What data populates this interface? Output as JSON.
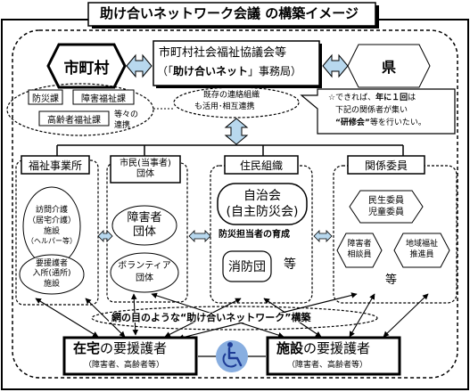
{
  "title": "助け合いネットワーク会議 の構築イメージ",
  "top": {
    "city": "市町村",
    "council_line1": "市町村社会福祉協議会等",
    "council_line2_pre": "（「",
    "council_line2_bold": "助け合いネット",
    "council_line2_post": "」事務局）",
    "pref": "県"
  },
  "departments": {
    "items": [
      "防災課",
      "障害福祉課",
      "高齢者福祉課"
    ],
    "suffix_line1": "等々の",
    "suffix_line2": "連携"
  },
  "existing_org": {
    "line1": "既存の連絡組織",
    "line2": "も活用･相互連携"
  },
  "callout": {
    "line1_pre": "☆できれば、",
    "line1_bold": "年に１回",
    "line1_post": "は",
    "line2": "下記の関係者が集い",
    "line3_bold": "“研修会”",
    "line3_post": "等を行いたい。"
  },
  "columns": {
    "welfare": {
      "header": "福祉事業所",
      "item1_line1": "訪問介護",
      "item1_line2": "（居宅介護）",
      "item1_line3": "施設",
      "item1_line4": "（ヘルパー等）",
      "item2_line1": "要援護者",
      "item2_line2": "入所(通所)",
      "item2_line3": "施設"
    },
    "citizen": {
      "header_line1": "市民(当事者)",
      "header_line2": "団体",
      "item1_line1": "障害者",
      "item1_line2": "団体",
      "item2_line1": "ボランティア",
      "item2_line2": "団体"
    },
    "resident": {
      "header": "住民組織",
      "item1_line1": "自治会",
      "item1_line2": "(自主防災会)",
      "training": "防災担当者の育成",
      "item2": "消防団",
      "etc": "等"
    },
    "related": {
      "header": "関係委員",
      "item1_line1": "民生委員",
      "item1_line2": "児童委員",
      "item2_line1": "障害者",
      "item2_line2": "相談員",
      "item3_line1": "地域福祉",
      "item3_line2": "推進員",
      "etc": "等"
    }
  },
  "network_label": "網の目のような“助け合いネットワーク”構築",
  "bottom": {
    "home_pre": "在宅",
    "home_post": "の要援護者",
    "home_sub": "（障害者、高齢者等）",
    "facility_pre": "施設",
    "facility_post": "の要援護者",
    "facility_sub": "（障害者、高齢者等）",
    "wheelchair_icon": "wheelchair-icon"
  },
  "colors": {
    "arrow_fill": "#b8d8ee",
    "wheelchair_bg": "#88aee0",
    "wheelchair_fg": "#1e3c96",
    "line": "#000000"
  }
}
